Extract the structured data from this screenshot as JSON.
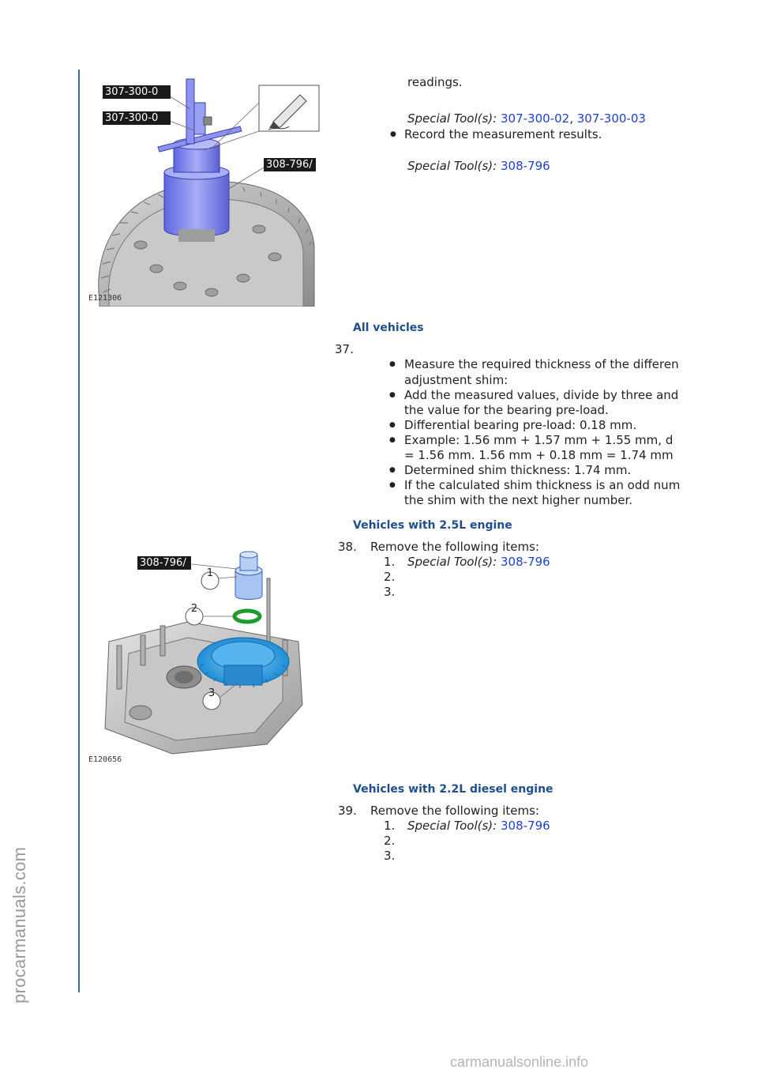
{
  "watermarks": {
    "left": "procarmanuals.com",
    "bottom": "carmanualsonline.info"
  },
  "step36": {
    "readings": "readings.",
    "tools_label": "Special Tool(s):",
    "tool_a": "307-300-02",
    "sep": ",",
    "tool_b": "307-300-03",
    "bullet": "Record the measurement results.",
    "tools_label2": "Special Tool(s):",
    "tool_c": "308-796"
  },
  "figure1": {
    "code": "E121306",
    "labels": [
      "307-300-0",
      "307-300-0",
      "308-796/"
    ]
  },
  "section_all": "All vehicles",
  "step37": {
    "num": "37.",
    "bullets": [
      "Measure the required thickness of the differen",
      "adjustment shim:",
      "Add the measured values, divide by three and",
      "the value for the bearing pre-load.",
      "Differential bearing pre-load: 0.18 mm.",
      "Example: 1.56 mm + 1.57 mm + 1.55 mm, d",
      "= 1.56 mm. 1.56 mm + 0.18 mm = 1.74 mm",
      "Determined shim thickness: 1.74 mm.",
      "If the calculated shim thickness is an odd num",
      "the shim with the next higher number."
    ]
  },
  "section_25": "Vehicles with 2.5L engine",
  "step38": {
    "num": "38.",
    "text": "Remove the following items:",
    "item1_num": "1.",
    "item1_label": "Special Tool(s):",
    "item1_tool": "308-796",
    "item2_num": "2.",
    "item3_num": "3."
  },
  "figure2": {
    "code": "E120656",
    "label": "308-796/",
    "callouts": [
      "1",
      "2",
      "3"
    ]
  },
  "section_22": "Vehicles with 2.2L diesel engine",
  "step39": {
    "num": "39.",
    "text": "Remove the following items:",
    "item1_num": "1.",
    "item1_label": "Special Tool(s):",
    "item1_tool": "308-796",
    "item2_num": "2.",
    "item3_num": "3."
  },
  "colors": {
    "link": "#1f3fd1",
    "heading": "#1f4e8f",
    "rule": "#3b66b3",
    "tool_blue": "#7f86f0",
    "gear_blue": "#2f9fe0"
  }
}
